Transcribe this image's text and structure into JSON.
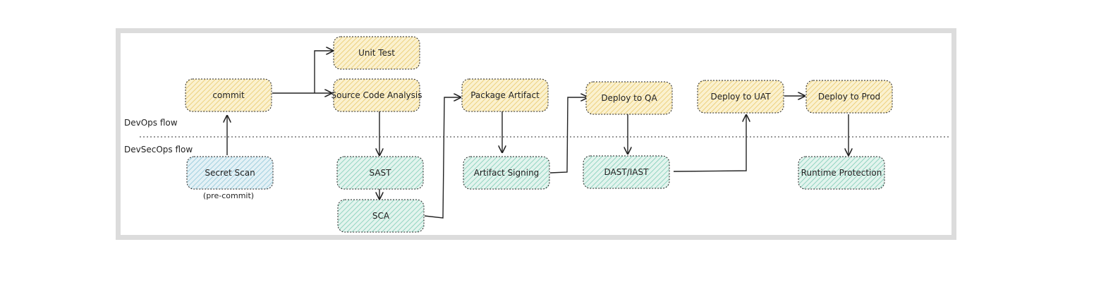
{
  "lanes": {
    "devops": "DevOps flow",
    "devsecops": "DevSecOps flow"
  },
  "nodes": {
    "commit": "commit",
    "unit_test": "Unit Test",
    "source_code_analysis": "Source Code Analysis",
    "package_artifact": "Package Artifact",
    "deploy_qa": "Deploy to QA",
    "deploy_uat": "Deploy to UAT",
    "deploy_prod": "Deploy to Prod",
    "secret_scan": "Secret Scan",
    "secret_scan_note": "(pre-commit)",
    "sast": "SAST",
    "sca": "SCA",
    "artifact_signing": "Artifact Signing",
    "dast_iast": "DAST/IAST",
    "runtime_protection": "Runtime Protection"
  },
  "colors": {
    "devops_fill": "#f3d98a",
    "devsecops_fill": "#7fcdb6",
    "secret_fill": "#8fc7d8",
    "stroke": "#222222"
  }
}
